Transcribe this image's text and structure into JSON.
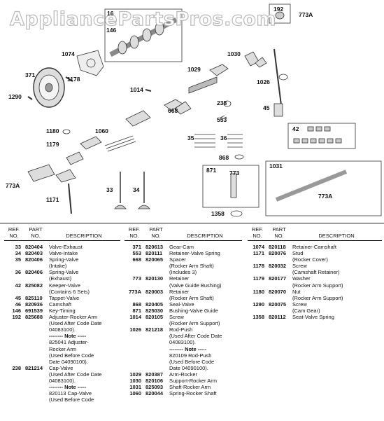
{
  "watermark": "AppliancePartsPros.com",
  "callouts": [
    "16",
    "146",
    "192",
    "773A",
    "1074",
    "1030",
    "371",
    "1178",
    "1029",
    "1026",
    "1290",
    "1014",
    "238",
    "45",
    "668",
    "553",
    "1180",
    "1060",
    "1179",
    "35",
    "36",
    "42",
    "868",
    "871",
    "773",
    "1031",
    "773A",
    "33",
    "34",
    "1171",
    "1358",
    "773A"
  ],
  "table": {
    "headers": {
      "ref": [
        "REF.",
        "NO."
      ],
      "part": [
        "PART",
        "NO."
      ],
      "desc": "DESCRIPTION"
    },
    "columns": [
      [
        {
          "ref": "33",
          "part": "820404",
          "lines": [
            "Valve-Exhaust"
          ]
        },
        {
          "ref": "34",
          "part": "820403",
          "lines": [
            "Valve-Intake"
          ]
        },
        {
          "ref": "35",
          "part": "820406",
          "lines": [
            "Spring-Valve",
            "(Intake)"
          ]
        },
        {
          "ref": "36",
          "part": "820406",
          "lines": [
            "Spring-Valve",
            "(Exhaust)"
          ]
        },
        {
          "ref": "42",
          "part": "825082",
          "lines": [
            "Keeper-Valve",
            "(Contains 6 Sets)"
          ]
        },
        {
          "ref": "45",
          "part": "825110",
          "lines": [
            "Tappet-Valve"
          ]
        },
        {
          "ref": "46",
          "part": "820936",
          "lines": [
            "Camshaft"
          ]
        },
        {
          "ref": "146",
          "part": "691539",
          "lines": [
            "Key-Timing"
          ]
        },
        {
          "ref": "192",
          "part": "825688",
          "lines": [
            "Adjuster-Rocker Arm",
            "(Used After Code Date",
            "04083100).",
            "-------- Note -----",
            "825041 Adjuster-",
            "Rocker Arm",
            "(Used Before Code",
            "Date 04090100)."
          ]
        },
        {
          "ref": "238",
          "part": "821214",
          "lines": [
            "Cap-Valve",
            "(Used After Code Date",
            "04083100).",
            "-------- Note -----",
            "820113 Cap-Valve",
            "(Used Before Code"
          ]
        }
      ],
      [
        {
          "ref": "371",
          "part": "820613",
          "lines": [
            "Gear-Cam"
          ]
        },
        {
          "ref": "553",
          "part": "820111",
          "lines": [
            "Retainer-Valve Spring"
          ]
        },
        {
          "ref": "668",
          "part": "820065",
          "lines": [
            "Spacer",
            "(Rocker Arm Shaft)",
            "(Includes 3)"
          ]
        },
        {
          "ref": "773",
          "part": "820130",
          "lines": [
            "Retainer",
            "(Valve Guide Bushing)"
          ]
        },
        {
          "ref": "773A",
          "part": "820003",
          "lines": [
            "Retainer",
            "(Rocker Arm Shaft)"
          ]
        },
        {
          "ref": "868",
          "part": "820405",
          "lines": [
            "Seal-Valve"
          ]
        },
        {
          "ref": "871",
          "part": "825030",
          "lines": [
            "Bushing-Valve Guide"
          ]
        },
        {
          "ref": "1014",
          "part": "820105",
          "lines": [
            "Screw",
            "(Rocker Arm Support)"
          ]
        },
        {
          "ref": "1026",
          "part": "821218",
          "lines": [
            "Rod-Push",
            "(Used After Code Date",
            "04083100).",
            "-------- Note -----",
            "820109 Rod-Push",
            "(Used Before Code",
            "Date 04090100)."
          ]
        },
        {
          "ref": "1029",
          "part": "820387",
          "lines": [
            "Arm-Rocker"
          ]
        },
        {
          "ref": "1030",
          "part": "820106",
          "lines": [
            "Support-Rocker Arm"
          ]
        },
        {
          "ref": "1031",
          "part": "825093",
          "lines": [
            "Shaft-Rocker Arm"
          ]
        },
        {
          "ref": "1060",
          "part": "820044",
          "lines": [
            "Spring-Rocker Shaft"
          ]
        }
      ],
      [
        {
          "ref": "1074",
          "part": "820118",
          "lines": [
            "Retainer-Camshaft"
          ]
        },
        {
          "ref": "1171",
          "part": "820076",
          "lines": [
            "Stud",
            "(Rocker Cover)"
          ]
        },
        {
          "ref": "1178",
          "part": "820032",
          "lines": [
            "Screw",
            "(Camshaft  Retainer)"
          ]
        },
        {
          "ref": "1179",
          "part": "820177",
          "lines": [
            "Washer",
            "(Rocker Arm Support)"
          ]
        },
        {
          "ref": "1180",
          "part": "820070",
          "lines": [
            "Nut",
            "(Rocker Arm Support)"
          ]
        },
        {
          "ref": "1290",
          "part": "820075",
          "lines": [
            "Screw",
            "(Cam Gear)"
          ]
        },
        {
          "ref": "1358",
          "part": "820112",
          "lines": [
            "Seat-Valve Spring"
          ]
        }
      ]
    ]
  }
}
